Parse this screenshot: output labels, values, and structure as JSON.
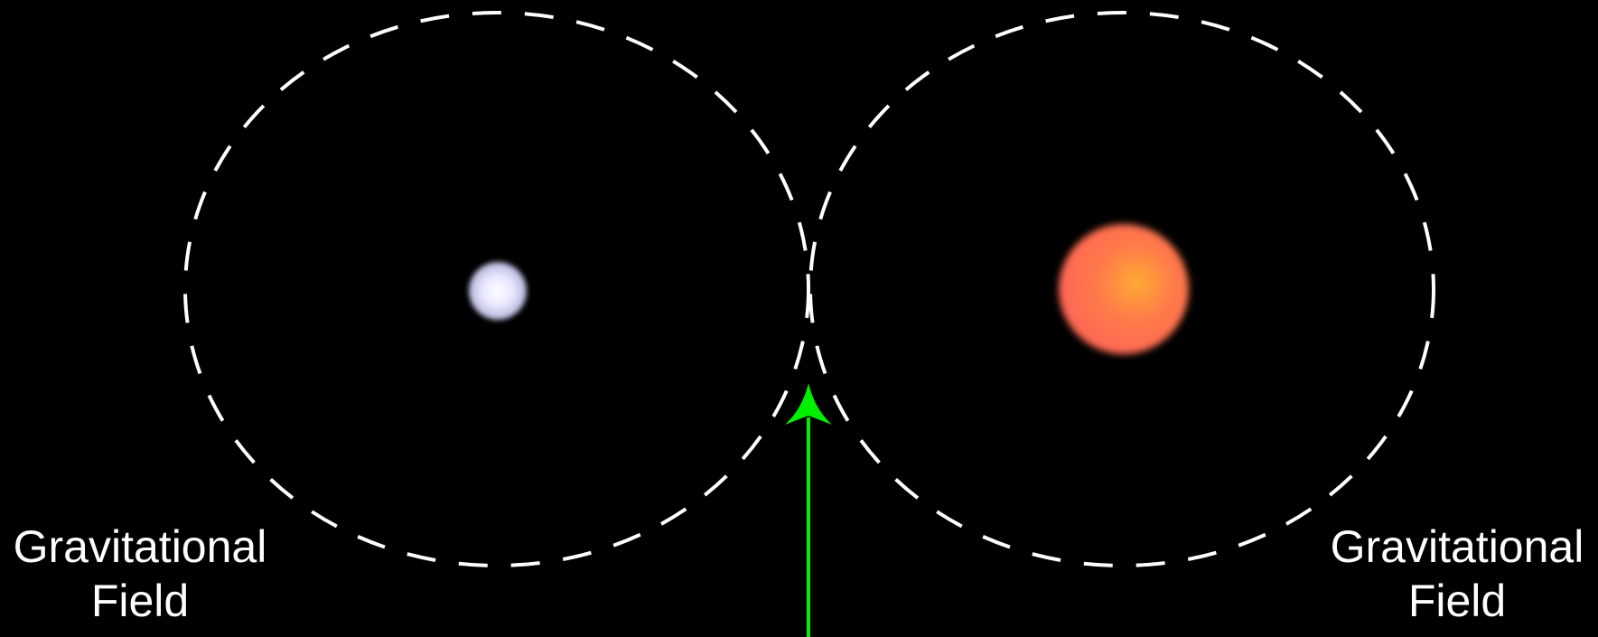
{
  "colors": {
    "background": "#000000",
    "field_boundary": "#ffffff",
    "star_left": "#e6e6ff",
    "star_right_core": "#ffaa33",
    "star_right_edge": "#ff6655",
    "arrow": "#00ee00",
    "label_text": "#ffffff"
  },
  "fields": [
    {
      "line1": "Gravitational",
      "line2": "Field"
    },
    {
      "line1": "Gravitational",
      "line2": "Field"
    }
  ]
}
